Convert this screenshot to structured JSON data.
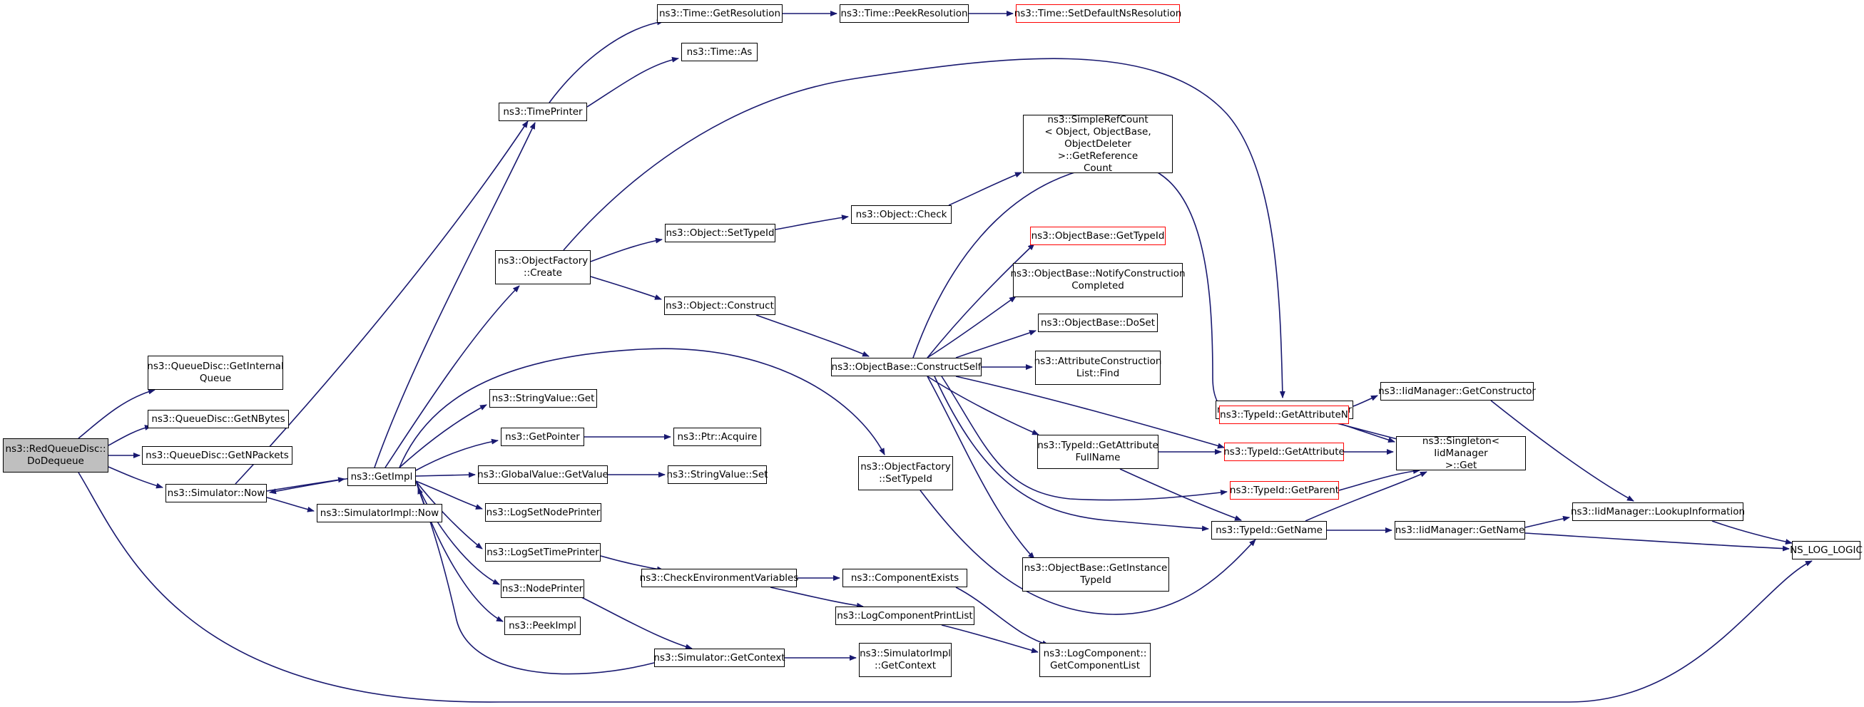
{
  "colors": {
    "edge": "#191970",
    "node_border": "#000000",
    "truncated_border": "#ff0000",
    "root_fill": "#bfbfbf"
  },
  "nodes": [
    {
      "id": "dodequeue",
      "label": "ns3::RedQueueDisc::\nDoDequeue",
      "root": true
    },
    {
      "id": "getinternalqueue",
      "label": "ns3::QueueDisc::GetInternal\nQueue"
    },
    {
      "id": "getnbytes",
      "label": "ns3::QueueDisc::GetNBytes"
    },
    {
      "id": "getnpackets",
      "label": "ns3::QueueDisc::GetNPackets"
    },
    {
      "id": "simnow",
      "label": "ns3::Simulator::Now"
    },
    {
      "id": "simimplnow",
      "label": "ns3::SimulatorImpl::Now"
    },
    {
      "id": "getimpl",
      "label": "ns3::GetImpl"
    },
    {
      "id": "timeprinter",
      "label": "ns3::TimePrinter"
    },
    {
      "id": "getresolution",
      "label": "ns3::Time::GetResolution"
    },
    {
      "id": "peekresolution",
      "label": "ns3::Time::PeekResolution"
    },
    {
      "id": "setdefaultns",
      "label": "ns3::Time::SetDefaultNsResolution",
      "truncated": true
    },
    {
      "id": "timeas",
      "label": "ns3::Time::As"
    },
    {
      "id": "ofcreate",
      "label": "ns3::ObjectFactory\n::Create"
    },
    {
      "id": "objsettypeid",
      "label": "ns3::Object::SetTypeId"
    },
    {
      "id": "objcheck",
      "label": "ns3::Object::Check"
    },
    {
      "id": "simplerefcount",
      "label": "ns3::SimpleRefCount\n< Object, ObjectBase,\nObjectDeleter >::GetReference\nCount"
    },
    {
      "id": "objconstruct",
      "label": "ns3::Object::Construct"
    },
    {
      "id": "constructself",
      "label": "ns3::ObjectBase::ConstructSelf"
    },
    {
      "id": "obgettypeid",
      "label": "ns3::ObjectBase::GetTypeId",
      "truncated": true
    },
    {
      "id": "notifyconstruction",
      "label": "ns3::ObjectBase::NotifyConstruction\nCompleted"
    },
    {
      "id": "doset",
      "label": "ns3::ObjectBase::DoSet"
    },
    {
      "id": "attrlistfind",
      "label": "ns3::AttributeConstruction\nList::Find"
    },
    {
      "id": "getattributefullname",
      "label": "ns3::TypeId::GetAttribute\nFullName"
    },
    {
      "id": "getinstancetypeid",
      "label": "ns3::ObjectBase::GetInstance\nTypeId"
    },
    {
      "id": "getconstructor",
      "label": "ns3::TypeId::GetConstructor"
    },
    {
      "id": "iidgetconstructor",
      "label": "ns3::IidManager::GetConstructor"
    },
    {
      "id": "getattributen",
      "label": "ns3::TypeId::GetAttributeN",
      "truncated": true
    },
    {
      "id": "getattribute",
      "label": "ns3::TypeId::GetAttribute",
      "truncated": true
    },
    {
      "id": "getparent",
      "label": "ns3::TypeId::GetParent",
      "truncated": true
    },
    {
      "id": "singletonget",
      "label": "ns3::Singleton< IidManager\n>::Get"
    },
    {
      "id": "typeidgetname",
      "label": "ns3::TypeId::GetName"
    },
    {
      "id": "iidgetname",
      "label": "ns3::IidManager::GetName"
    },
    {
      "id": "lookupinfo",
      "label": "ns3::IidManager::LookupInformation"
    },
    {
      "id": "nslog",
      "label": "NS_LOG_LOGIC"
    },
    {
      "id": "stringvalueget",
      "label": "ns3::StringValue::Get"
    },
    {
      "id": "getpointer",
      "label": "ns3::GetPointer"
    },
    {
      "id": "ptracquire",
      "label": "ns3::Ptr::Acquire"
    },
    {
      "id": "globalgetvalue",
      "label": "ns3::GlobalValue::GetValue"
    },
    {
      "id": "stringvalueset",
      "label": "ns3::StringValue::Set"
    },
    {
      "id": "logsetnodeprinter",
      "label": "ns3::LogSetNodePrinter"
    },
    {
      "id": "logsettimeprinter",
      "label": "ns3::LogSetTimePrinter"
    },
    {
      "id": "checkenv",
      "label": "ns3::CheckEnvironmentVariables"
    },
    {
      "id": "nodeprinter",
      "label": "ns3::NodePrinter"
    },
    {
      "id": "peekimpl",
      "label": "ns3::PeekImpl"
    },
    {
      "id": "simgetcontext",
      "label": "ns3::Simulator::GetContext"
    },
    {
      "id": "simimplgetcontext",
      "label": "ns3::SimulatorImpl\n::GetContext"
    },
    {
      "id": "componentexists",
      "label": "ns3::ComponentExists"
    },
    {
      "id": "logcomponentprintlist",
      "label": "ns3::LogComponentPrintList"
    },
    {
      "id": "getcomponentlist",
      "label": "ns3::LogComponent::\nGetComponentList"
    },
    {
      "id": "ofsettypeid",
      "label": "ns3::ObjectFactory\n::SetTypeId"
    }
  ]
}
